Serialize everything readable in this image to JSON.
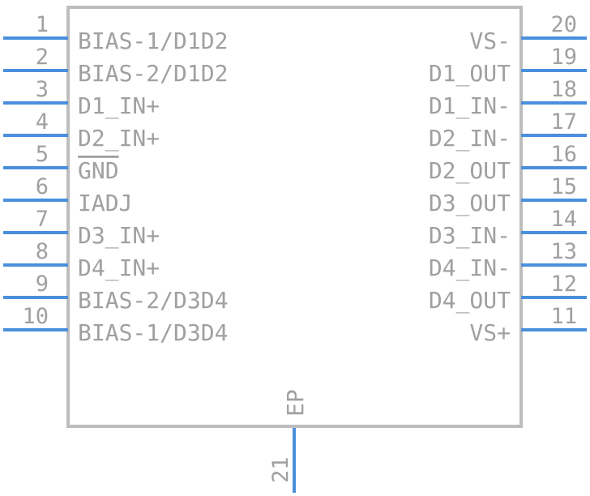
{
  "left_pins": [
    {
      "number": "1",
      "label": "BIAS-1/D1D2"
    },
    {
      "number": "2",
      "label": "BIAS-2/D1D2"
    },
    {
      "number": "3",
      "label": "D1_IN+"
    },
    {
      "number": "4",
      "label": "D2_IN+"
    },
    {
      "number": "5",
      "label": "GND",
      "overline": true
    },
    {
      "number": "6",
      "label": "IADJ"
    },
    {
      "number": "7",
      "label": "D3_IN+"
    },
    {
      "number": "8",
      "label": "D4_IN+"
    },
    {
      "number": "9",
      "label": "BIAS-2/D3D4"
    },
    {
      "number": "10",
      "label": "BIAS-1/D3D4"
    }
  ],
  "right_pins": [
    {
      "number": "20",
      "label": "VS-"
    },
    {
      "number": "19",
      "label": "D1_OUT"
    },
    {
      "number": "18",
      "label": "D1_IN-"
    },
    {
      "number": "17",
      "label": "D2_IN-"
    },
    {
      "number": "16",
      "label": "D2_OUT"
    },
    {
      "number": "15",
      "label": "D3_OUT"
    },
    {
      "number": "14",
      "label": "D3_IN-"
    },
    {
      "number": "13",
      "label": "D4_IN-"
    },
    {
      "number": "12",
      "label": "D4_OUT"
    },
    {
      "number": "11",
      "label": "VS+"
    }
  ],
  "bottom_pin": {
    "number": "21",
    "label": "EP"
  },
  "colors": {
    "pin_line": "#4a8fdc",
    "body_outline": "#bdbdbd",
    "text": "#a0a0a0",
    "background": "#ffffff"
  }
}
